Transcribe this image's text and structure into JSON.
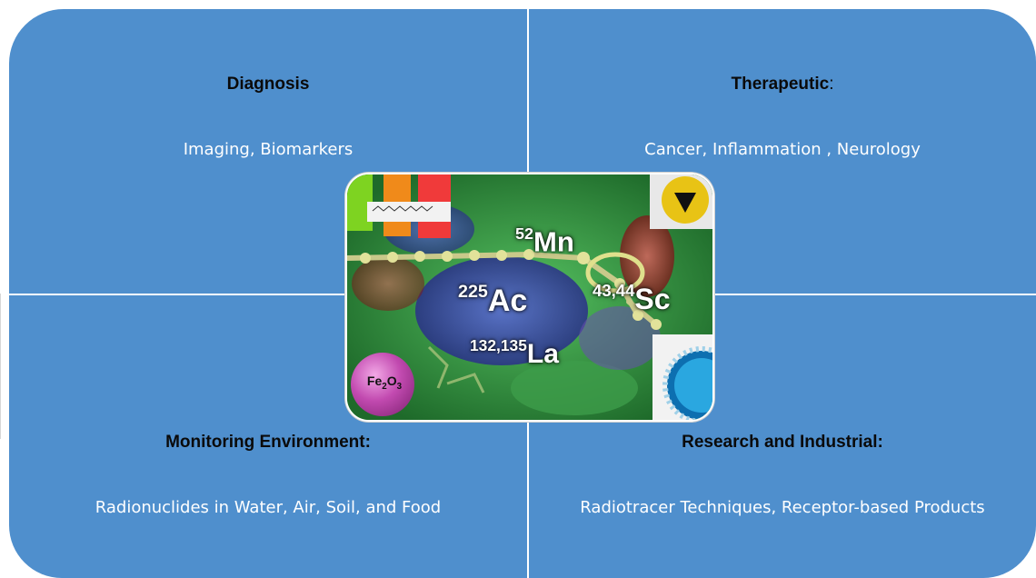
{
  "quadrants": {
    "top_left": {
      "title": "Diagnosis",
      "title_tail": "",
      "subtitle": "Imaging, Biomarkers"
    },
    "top_right": {
      "title": "Therapeutic",
      "title_tail": ":",
      "subtitle": "Cancer, Inflammation , Neurology"
    },
    "bottom_left": {
      "title": "Monitoring Environment:",
      "title_tail": "",
      "subtitle": "Radionuclides  in Water, Air, Soil, and Food"
    },
    "bottom_right": {
      "title": "Research and Industrial:",
      "title_tail": "",
      "subtitle": "Radiotracer Techniques, Receptor-based  Products"
    }
  },
  "center_image": {
    "isotopes": {
      "mn": {
        "mass": "52",
        "symbol": "Mn"
      },
      "ac": {
        "mass": "225",
        "symbol": "Ac"
      },
      "sc": {
        "mass": "43,44",
        "symbol": "Sc"
      },
      "la": {
        "mass": "132,135",
        "symbol": "La"
      }
    },
    "particle_label": {
      "base": "Fe",
      "sub1": "2",
      "mid": "O",
      "sub2": "3"
    }
  },
  "colors": {
    "quadrant_fill": "#4f8fcd",
    "title_text": "#0a0a0a",
    "subtitle_text": "#ffffff"
  }
}
